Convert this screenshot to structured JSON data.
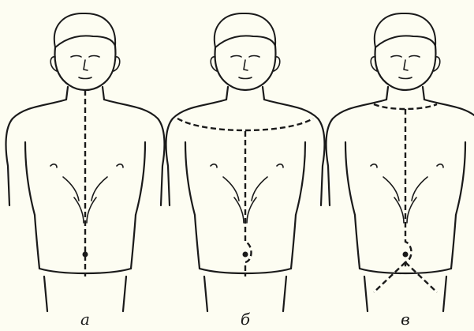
{
  "figures": [
    {
      "label": "а"
    },
    {
      "label": "б"
    },
    {
      "label": "в"
    }
  ]
}
